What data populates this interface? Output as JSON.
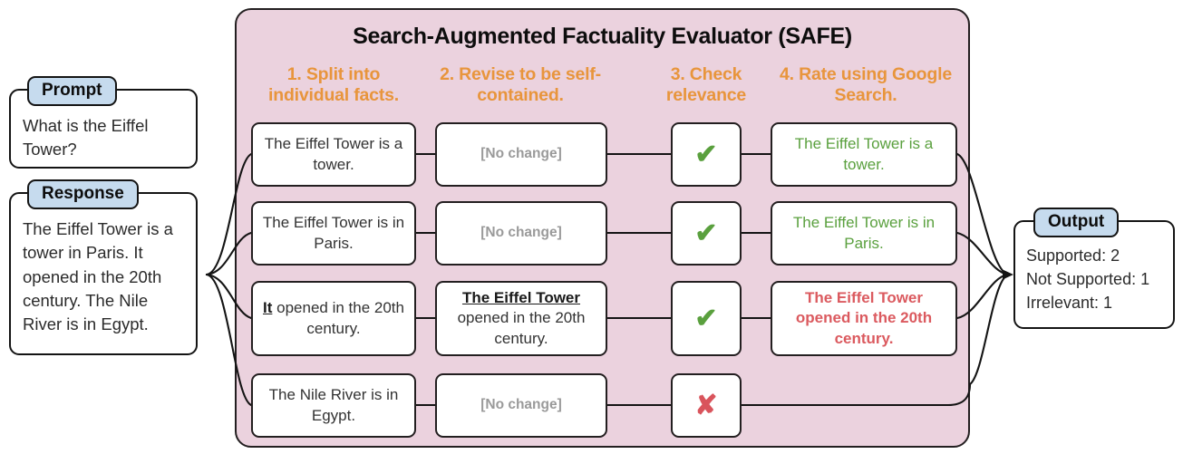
{
  "diagram": {
    "title": "Search-Augmented Factuality Evaluator (SAFE)",
    "panel_color": "#ebd2de",
    "accent_color": "#e8953c",
    "supported_color": "#5aa03e",
    "not_supported_color": "#db5a5f",
    "tab_color": "#c6dbee"
  },
  "steps": [
    {
      "id": "step-1",
      "label": "1. Split into individual facts."
    },
    {
      "id": "step-2",
      "label": "2. Revise to be self-contained."
    },
    {
      "id": "step-3",
      "label": "3. Check relevance"
    },
    {
      "id": "step-4",
      "label": "4. Rate using Google Search."
    }
  ],
  "input": {
    "prompt": {
      "tab": "Prompt",
      "text": "What is the Eiffel Tower?"
    },
    "response": {
      "tab": "Response",
      "text": "The Eiffel Tower is a tower in Paris. It opened in the 20th century. The Nile River is in Egypt."
    }
  },
  "rows": [
    {
      "fact_prefix": "",
      "fact_emph": "",
      "fact": "The Eiffel Tower is a tower.",
      "revised_plain": "[No change]",
      "revised_emph": "",
      "revised_rest": "",
      "relevance": "✔",
      "relevance_state": "relevant",
      "rating": "The Eiffel Tower is a tower.",
      "rating_state": "supported"
    },
    {
      "fact_prefix": "",
      "fact_emph": "",
      "fact": "The Eiffel Tower is in Paris.",
      "revised_plain": "[No change]",
      "revised_emph": "",
      "revised_rest": "",
      "relevance": "✔",
      "relevance_state": "relevant",
      "rating": "The Eiffel Tower is in Paris.",
      "rating_state": "supported"
    },
    {
      "fact_prefix": "",
      "fact_emph": "It",
      "fact": " opened in the 20th century.",
      "revised_plain": "",
      "revised_emph": "The Eiffel Tower",
      "revised_rest": " opened in the 20th century.",
      "relevance": "✔",
      "relevance_state": "relevant",
      "rating": "The Eiffel Tower opened in the 20th century.",
      "rating_state": "not-supported"
    },
    {
      "fact_prefix": "",
      "fact_emph": "",
      "fact": "The Nile River is in Egypt.",
      "revised_plain": "[No change]",
      "revised_emph": "",
      "revised_rest": "",
      "relevance": "✘",
      "relevance_state": "irrelevant",
      "rating": "",
      "rating_state": "none"
    }
  ],
  "output": {
    "tab": "Output",
    "lines": [
      "Supported: 2",
      "Not Supported: 1",
      "Irrelevant: 1"
    ]
  }
}
